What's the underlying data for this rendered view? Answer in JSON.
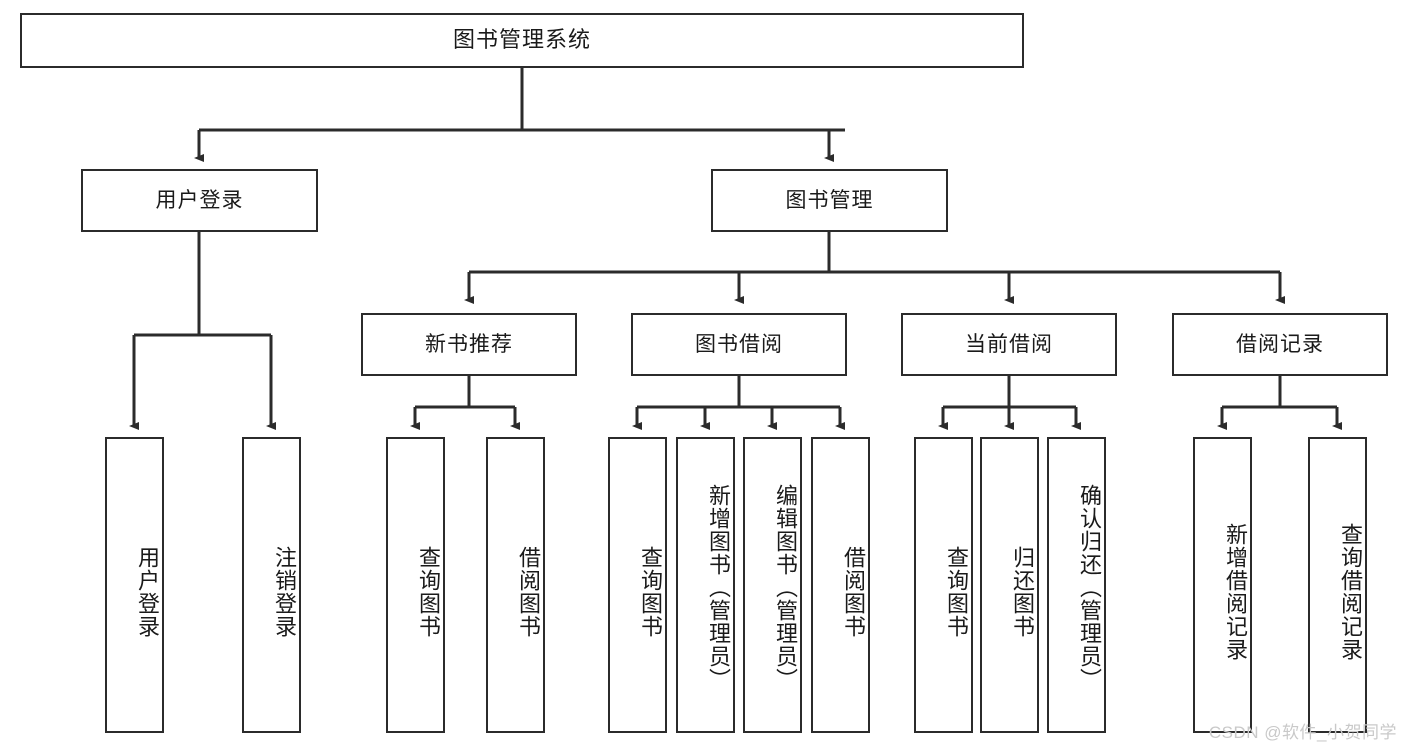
{
  "diagram": {
    "title": "图书管理系统",
    "type": "hierarchy-tree",
    "watermark": "CSDN @软件_小贺同学",
    "colors": {
      "box_border": "#2b2b2b",
      "box_fill": "#ffffff",
      "connector": "#2b2b2b",
      "text": "#1a1a1a",
      "watermark": "#c9c9c9"
    },
    "levels": {
      "root": {
        "label": "图书管理系统"
      },
      "level2": [
        {
          "label": "用户登录"
        },
        {
          "label": "图书管理"
        }
      ],
      "level3": [
        {
          "label": "新书推荐"
        },
        {
          "label": "图书借阅"
        },
        {
          "label": "当前借阅"
        },
        {
          "label": "借阅记录"
        }
      ],
      "leaves": {
        "user_login": [
          {
            "label": "用户登录"
          },
          {
            "label": "注销登录"
          }
        ],
        "new_book_recommend": [
          {
            "label": "查询图书"
          },
          {
            "label": "借阅图书"
          }
        ],
        "book_borrow": [
          {
            "label": "查询图书"
          },
          {
            "label": "新增图书（管理员）"
          },
          {
            "label": "编辑图书（管理员）"
          },
          {
            "label": "借阅图书"
          }
        ],
        "current_borrow": [
          {
            "label": "查询图书"
          },
          {
            "label": "归还图书"
          },
          {
            "label": "确认归还（管理员）"
          }
        ],
        "borrow_record": [
          {
            "label": "新增借阅记录"
          },
          {
            "label": "查询借阅记录"
          }
        ]
      }
    }
  }
}
